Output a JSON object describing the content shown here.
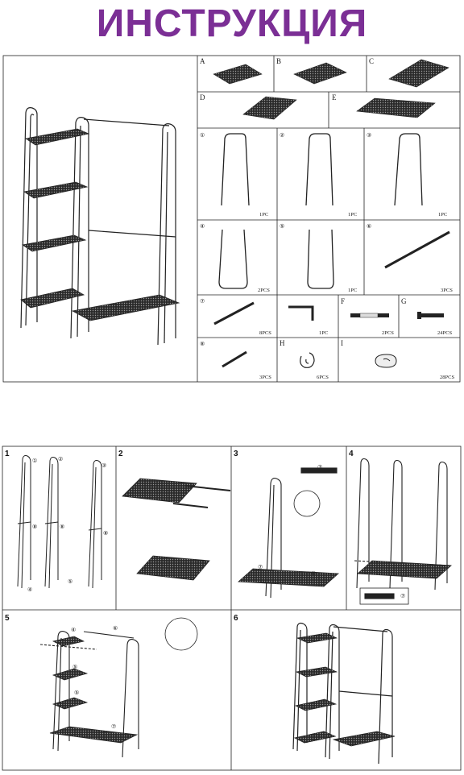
{
  "title": "ИНСТРУКЦИЯ",
  "parts": {
    "A": "A",
    "B": "B",
    "C": "C",
    "D": "D",
    "E": "E",
    "p1": "①",
    "p1_qty": "1PC",
    "p2": "②",
    "p2_qty": "1PC",
    "p3": "③",
    "p3_qty": "1PC",
    "p4": "④",
    "p4_qty": "2PCS",
    "p5": "⑤",
    "p5_qty": "1PC",
    "p6": "⑥",
    "p6_qty": "3PCS",
    "p7": "⑦",
    "p7_qty": "8PCS",
    "wrench_qty": "1PC",
    "F": "F",
    "F_qty": "2PCS",
    "G": "G",
    "G_qty": "24PCS",
    "p8": "⑧",
    "p8_qty": "3PCS",
    "H": "H",
    "H_qty": "6PCS",
    "I": "I",
    "I_qty": "28PCS"
  },
  "steps": {
    "s1": "1",
    "s2": "2",
    "s3": "3",
    "s4": "4",
    "s5": "5",
    "s6": "6",
    "c1": "①",
    "c2": "②",
    "c3": "③",
    "c4": "④",
    "c5": "⑤",
    "c6": "⑥",
    "c7": "⑦",
    "c8": "⑧"
  }
}
